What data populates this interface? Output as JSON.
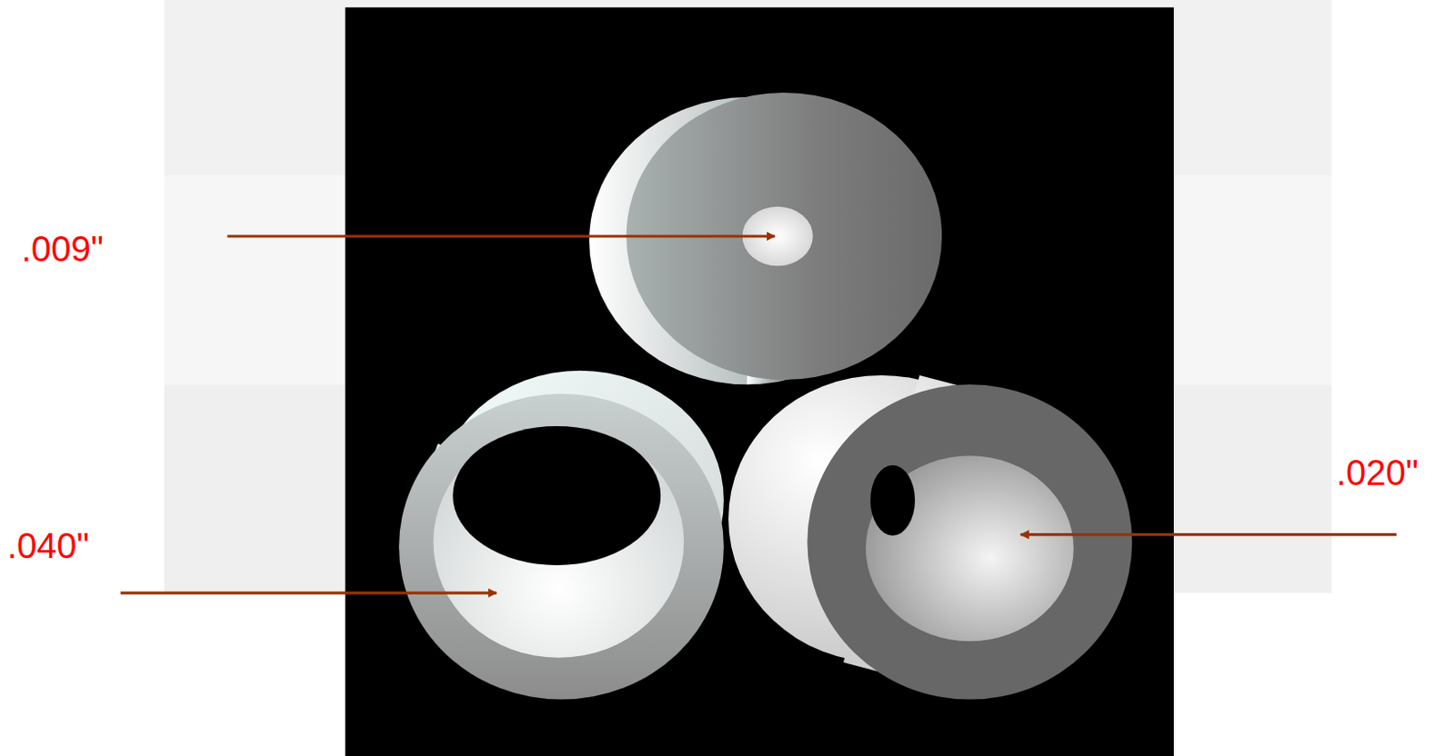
{
  "diagram": {
    "labels": [
      ".009\"",
      ".040\"",
      ".020\""
    ]
  }
}
